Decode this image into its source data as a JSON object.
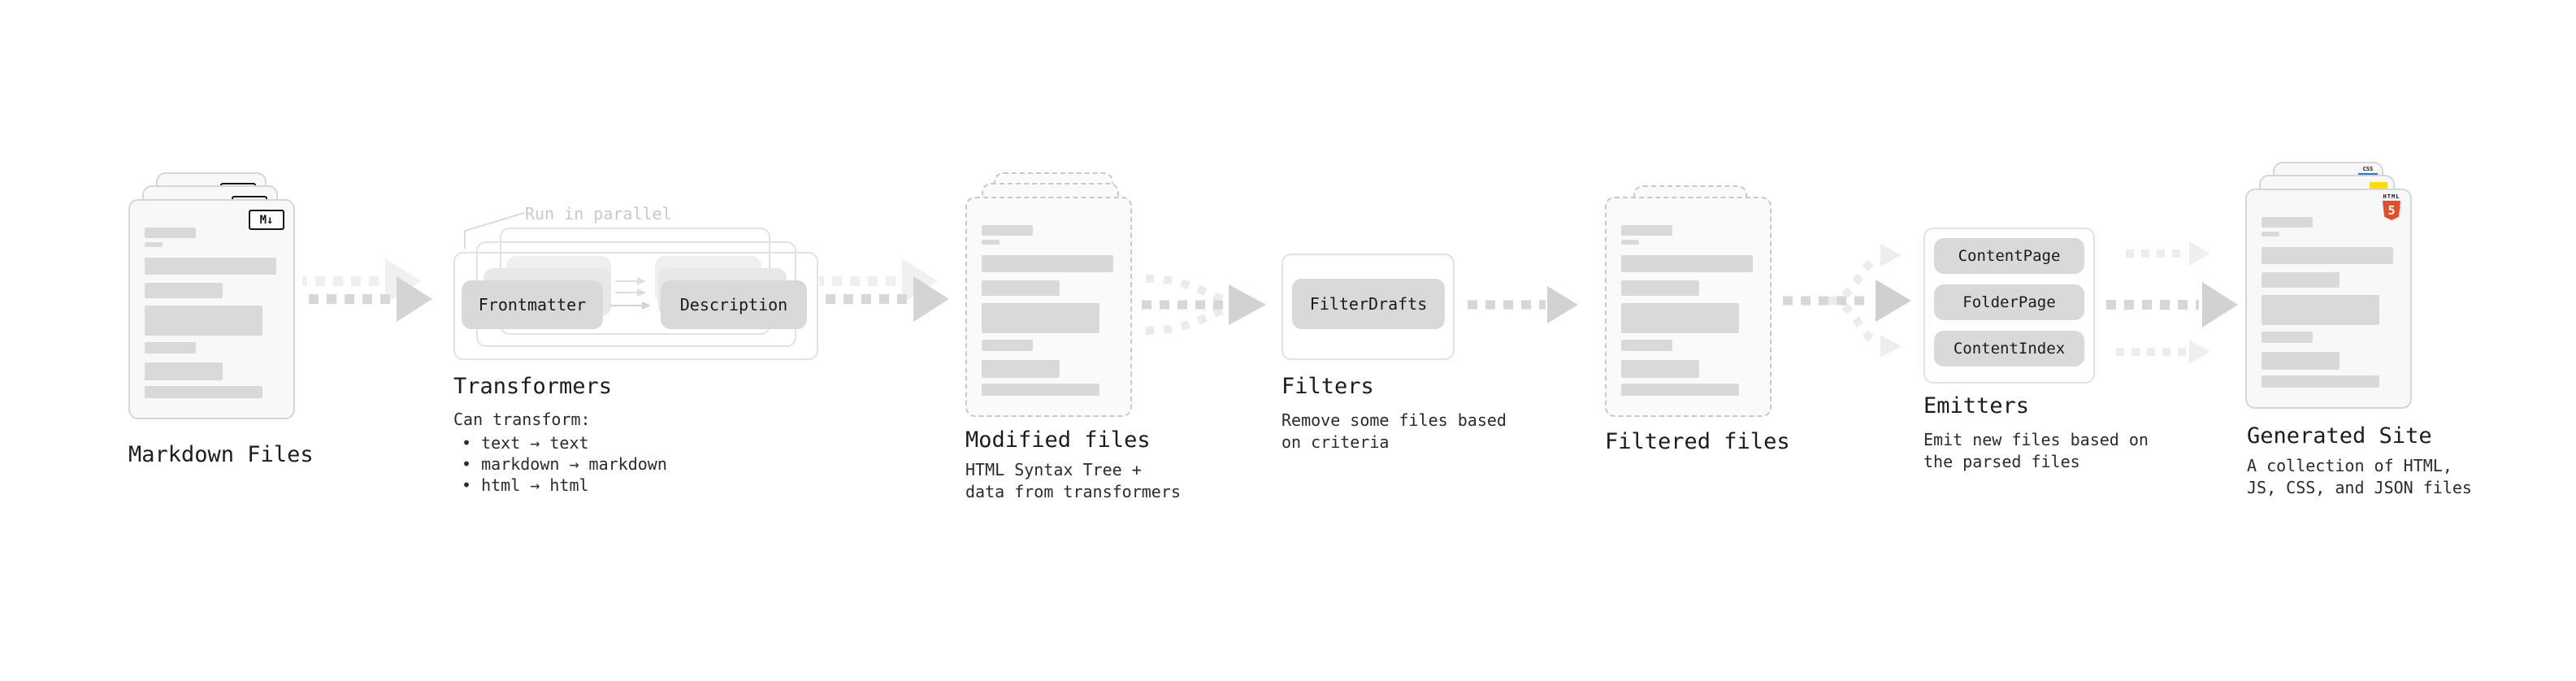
{
  "stages": {
    "markdown": {
      "label": "Markdown Files"
    },
    "transformers": {
      "label": "Transformers",
      "note": "Run in parallel",
      "chip_frontmatter": "Frontmatter",
      "chip_description": "Description",
      "desc_title": "Can transform:",
      "bullets": [
        "text → text",
        "markdown → markdown",
        "html → html"
      ]
    },
    "modified": {
      "label": "Modified files",
      "desc": "HTML Syntax Tree +\ndata from transformers"
    },
    "filters": {
      "label": "Filters",
      "chip": "FilterDrafts",
      "desc": "Remove some files based\non criteria"
    },
    "filtered": {
      "label": "Filtered files"
    },
    "emitters": {
      "label": "Emitters",
      "chips": [
        "ContentPage",
        "FolderPage",
        "ContentIndex"
      ],
      "desc": "Emit new files based on\nthe parsed files"
    },
    "generated": {
      "label": "Generated Site",
      "desc": "A collection of HTML,\nJS, CSS, and JSON files"
    }
  },
  "badges": {
    "markdown": "M↓",
    "html_label": "HTML",
    "html_number": "5",
    "css_label": "CSS"
  },
  "colors": {
    "bar": "#d9d9d9",
    "chip": "#d9d9d9",
    "card_border": "#d6d6d6",
    "dashed_border": "#c9c9c9",
    "arrow": "#d4d4d4",
    "arrow_light": "#ededed",
    "html5_orange": "#e44d26",
    "js_yellow": "#ffdd00",
    "css_blue": "#2d6ff2"
  }
}
